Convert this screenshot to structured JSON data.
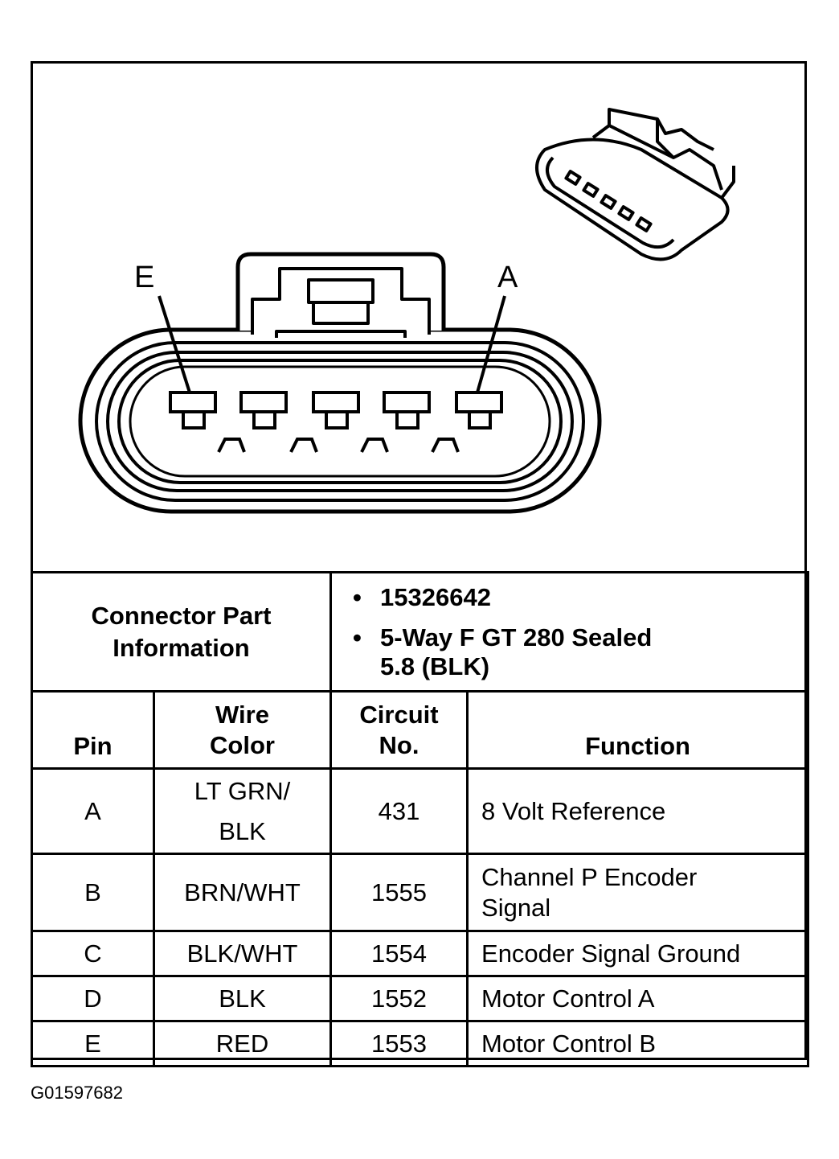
{
  "diagram": {
    "pin_labels": {
      "left": "E",
      "right": "A"
    }
  },
  "connector_info": {
    "label_line1": "Connector Part",
    "label_line2": "Information",
    "part_number": "15326642",
    "description_line1": "5-Way F GT 280 Sealed",
    "description_line2": "5.8 (BLK)"
  },
  "table": {
    "headers": {
      "pin": "Pin",
      "wire_color_1": "Wire",
      "wire_color_2": "Color",
      "circuit_1": "Circuit",
      "circuit_2": "No.",
      "function": "Function"
    },
    "rows": [
      {
        "pin": "A",
        "wire_1": "LT GRN/",
        "wire_2": "BLK",
        "circuit": "431",
        "function_1": "8 Volt Reference",
        "function_2": ""
      },
      {
        "pin": "B",
        "wire_1": "BRN/WHT",
        "wire_2": "",
        "circuit": "1555",
        "function_1": "Channel P Encoder",
        "function_2": "Signal"
      },
      {
        "pin": "C",
        "wire_1": "BLK/WHT",
        "wire_2": "",
        "circuit": "1554",
        "function_1": "Encoder Signal Ground",
        "function_2": ""
      },
      {
        "pin": "D",
        "wire_1": "BLK",
        "wire_2": "",
        "circuit": "1552",
        "function_1": "Motor Control A",
        "function_2": ""
      },
      {
        "pin": "E",
        "wire_1": "RED",
        "wire_2": "",
        "circuit": "1553",
        "function_1": "Motor Control B",
        "function_2": ""
      }
    ]
  },
  "figure_id": "G01597682"
}
